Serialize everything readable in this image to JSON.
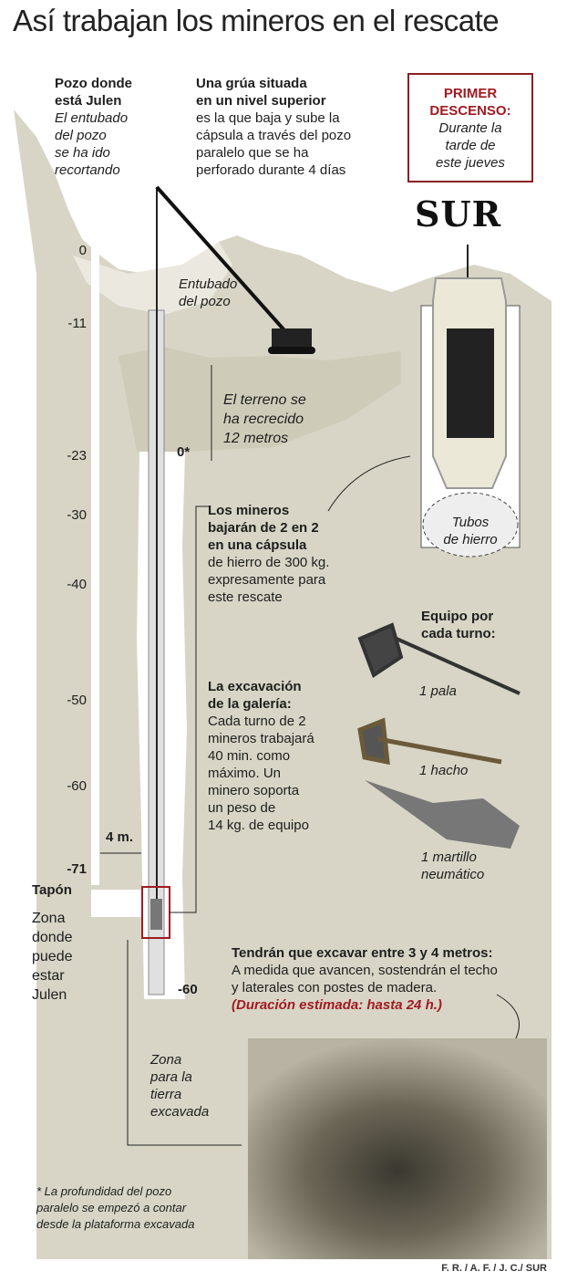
{
  "title": "Así trabajan los mineros en el rescate",
  "well_label": {
    "heading": [
      "Pozo donde",
      "está Julen"
    ],
    "body": [
      "El entubado",
      "del pozo",
      "se ha ido",
      "recortando"
    ]
  },
  "crane_label": {
    "heading": [
      "Una grúa situada",
      "en un nivel superior"
    ],
    "body": [
      "es la que baja y sube la",
      "cápsula a través del pozo",
      "paralelo que se ha",
      "perforado durante 4 días"
    ]
  },
  "first_descent": {
    "heading": [
      "PRIMER",
      "DESCENSO:"
    ],
    "body": [
      "Durante la",
      "tarde de",
      "este jueves"
    ]
  },
  "logo": "SUR",
  "depth_marks": [
    "0",
    "-11",
    "-23",
    "-30",
    "-40",
    "-50",
    "-60",
    "-71"
  ],
  "casing_label": [
    "Entubado",
    "del pozo"
  ],
  "ground_raised": [
    "El terreno se",
    "ha recrecido",
    "12 metros"
  ],
  "zero_mark": "0*",
  "parallel_bottom": "-60",
  "tubes_label": [
    "Tubos",
    "de hierro"
  ],
  "miners_descent": {
    "heading": [
      "Los mineros",
      "bajarán de 2 en 2",
      "en una cápsula"
    ],
    "body": [
      "de hierro de 300 kg.",
      "expresamente para",
      "este rescate"
    ]
  },
  "equipment": {
    "heading": [
      "Equipo por",
      "cada turno:"
    ],
    "items": [
      "1 pala",
      "1 hacho",
      "1 martillo",
      "neumático"
    ]
  },
  "excavation": {
    "heading": [
      "La excavación",
      "de la galería:"
    ],
    "body": [
      "Cada turno de 2",
      "mineros trabajará",
      "40 min. como",
      "máximo. Un",
      "minero soporta",
      "un peso de",
      "14 kg. de equipo"
    ]
  },
  "distance": "4 m.",
  "plug": "Tapón",
  "julen_zone": [
    "Zona",
    "donde",
    "puede",
    "estar",
    "Julen"
  ],
  "dig_info": {
    "heading": "Tendrán que excavar entre 3 y 4 metros:",
    "body": [
      "A medida que avancen, sostendrán el techo",
      "y laterales con postes de madera."
    ],
    "duration": "(Duración estimada: hasta 24 h.)"
  },
  "dirt_zone": [
    "Zona",
    "para la",
    "tierra",
    "excavada"
  ],
  "footnote": [
    "* La profundidad del pozo",
    "paralelo se empezó a contar",
    "desde la plataforma excavada"
  ],
  "credit": "F. R. / A. F. / J. C./ SUR",
  "colors": {
    "ground": "#d8d5c6",
    "upper_ground": "#ebe9df",
    "accent_red": "#a11a22"
  }
}
